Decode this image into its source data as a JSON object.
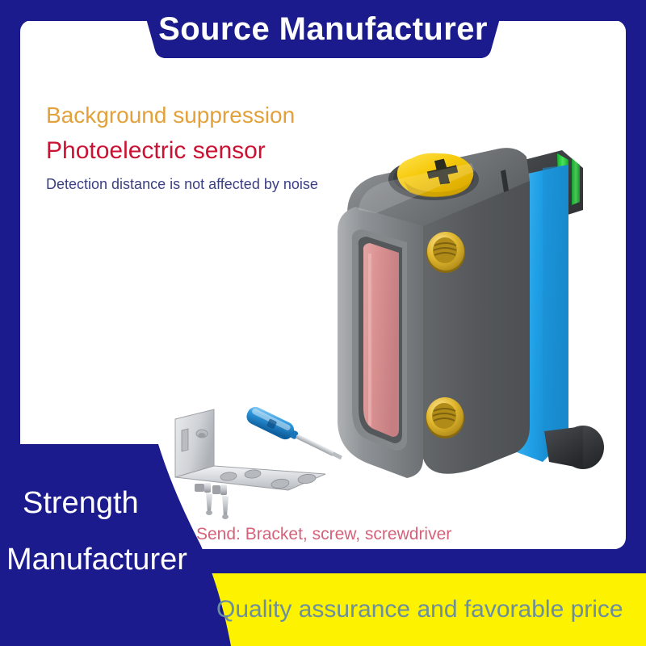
{
  "header": {
    "title": "Source Manufacturer"
  },
  "copy": {
    "feature": "Background suppression",
    "product": "Photoelectric sensor",
    "subtitle": "Detection distance is not affected by noise",
    "watermark": ""
  },
  "accessories": {
    "caption": "Send: Bracket, screw, screwdriver"
  },
  "corner": {
    "line1": "Strength",
    "line2": "Manufacturer"
  },
  "footer": {
    "slogan": "Quality assurance and favorable price"
  },
  "colors": {
    "brand_blue": "#1b1b8e",
    "banner_yellow": "#fdf200",
    "accent_orange": "#e2a13a",
    "accent_red": "#cc1233",
    "subtitle_blue": "#3b3f84",
    "caption_rose": "#d4627a",
    "slogan_gray_blue": "#6b8fa0",
    "sensor_body_gray": "#5d6063",
    "sensor_side_blue": "#27a3e8",
    "sensor_knob_yellow": "#f2c400",
    "sensor_lens_red": "#d98c8c",
    "sensor_led_green": "#2fcf45",
    "sensor_thread_gold": "#d4a326"
  },
  "product": {
    "type": "background-suppression photoelectric sensor",
    "parts": [
      {
        "name": "adjustment-knob",
        "color": "#f2c400",
        "note": "yellow cross-slot potentiometer on top"
      },
      {
        "name": "lens-window",
        "color": "#d98c8c",
        "note": "red optical window on front face"
      },
      {
        "name": "mounting-thread-top",
        "color": "#d4a326",
        "note": "brass threaded insert"
      },
      {
        "name": "mounting-thread-bottom",
        "color": "#d4a326",
        "note": "brass threaded insert"
      },
      {
        "name": "status-led",
        "color": "#2fcf45",
        "note": "two green indicator bars"
      },
      {
        "name": "side-panel",
        "color": "#27a3e8",
        "note": "blue side panel"
      },
      {
        "name": "cable-gland",
        "color": "#33363a",
        "note": "black cable stub"
      }
    ],
    "included": [
      {
        "name": "mounting-bracket",
        "color": "#d8dade"
      },
      {
        "name": "screws",
        "color": "#c9ccd1"
      },
      {
        "name": "screwdriver",
        "color": "#2f8fe0"
      }
    ]
  }
}
